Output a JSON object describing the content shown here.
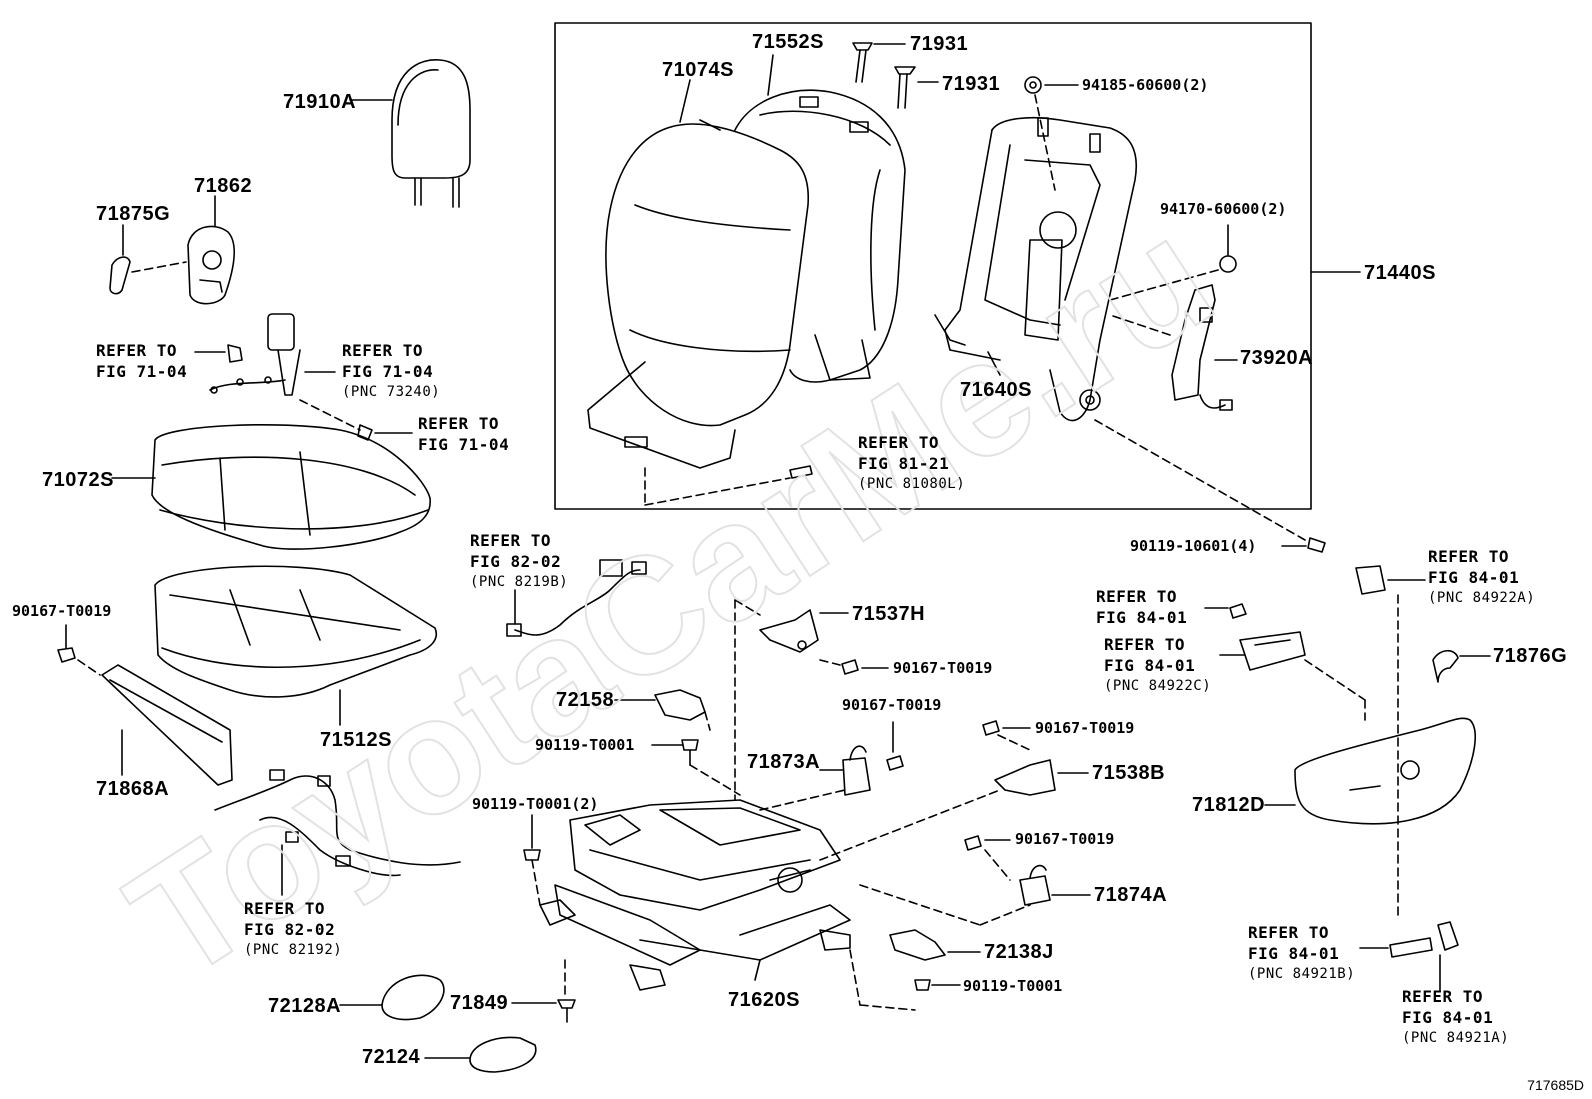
{
  "watermark": "ToyotaCarMe.ru",
  "figure_code": "717685D",
  "parts": {
    "p71910A": "71910A",
    "p71862": "71862",
    "p71875G": "71875G",
    "p71072S": "71072S",
    "p90167_T0019_left": "90167-T0019",
    "p71512S": "71512S",
    "p71868A": "71868A",
    "p71074S": "71074S",
    "p71552S": "71552S",
    "p71931_a": "71931",
    "p71931_b": "71931",
    "p94185": "94185-60600(2)",
    "p94170": "94170-60600(2)",
    "p71440S": "71440S",
    "p73920A": "73920A",
    "p71640S": "71640S",
    "p90119_10601": "90119-10601(4)",
    "p71537H": "71537H",
    "p90167_T0019_a": "90167-T0019",
    "p72158": "72158",
    "p90167_T0019_b": "90167-T0019",
    "p90119_T0001_a": "90119-T0001",
    "p71873A": "71873A",
    "p90167_T0019_c": "90167-T0019",
    "p71538B": "71538B",
    "p90119_T0001_2": "90119-T0001(2)",
    "p90167_T0019_d": "90167-T0019",
    "p71874A": "71874A",
    "p72138J": "72138J",
    "p90119_T0001_b": "90119-T0001",
    "p71620S": "71620S",
    "p72128A": "72128A",
    "p71849": "71849",
    "p72124": "72124",
    "p71876G": "71876G",
    "p71812D": "71812D"
  },
  "refs": {
    "r1": {
      "line1": "REFER TO",
      "line2": "FIG 71-04",
      "pnc": ""
    },
    "r2": {
      "line1": "REFER TO",
      "line2": "FIG 71-04",
      "pnc": "(PNC 73240)"
    },
    "r3": {
      "line1": "REFER TO",
      "line2": "FIG 71-04",
      "pnc": ""
    },
    "r4": {
      "line1": "REFER TO",
      "line2": "FIG 81-21",
      "pnc": "(PNC 81080L)"
    },
    "r5": {
      "line1": "REFER TO",
      "line2": "FIG 82-02",
      "pnc": "(PNC 8219B)"
    },
    "r6": {
      "line1": "REFER TO",
      "line2": "FIG 82-02",
      "pnc": "(PNC 82192)"
    },
    "r7": {
      "line1": "REFER TO",
      "line2": "FIG 84-01",
      "pnc": "(PNC 84922A)"
    },
    "r8": {
      "line1": "REFER TO",
      "line2": "FIG 84-01",
      "pnc": ""
    },
    "r9": {
      "line1": "REFER TO",
      "line2": "FIG 84-01",
      "pnc": "(PNC 84922C)"
    },
    "r10": {
      "line1": "REFER TO",
      "line2": "FIG 84-01",
      "pnc": "(PNC 84921B)"
    },
    "r11": {
      "line1": "REFER TO",
      "line2": "FIG 84-01",
      "pnc": "(PNC 84921A)"
    }
  }
}
